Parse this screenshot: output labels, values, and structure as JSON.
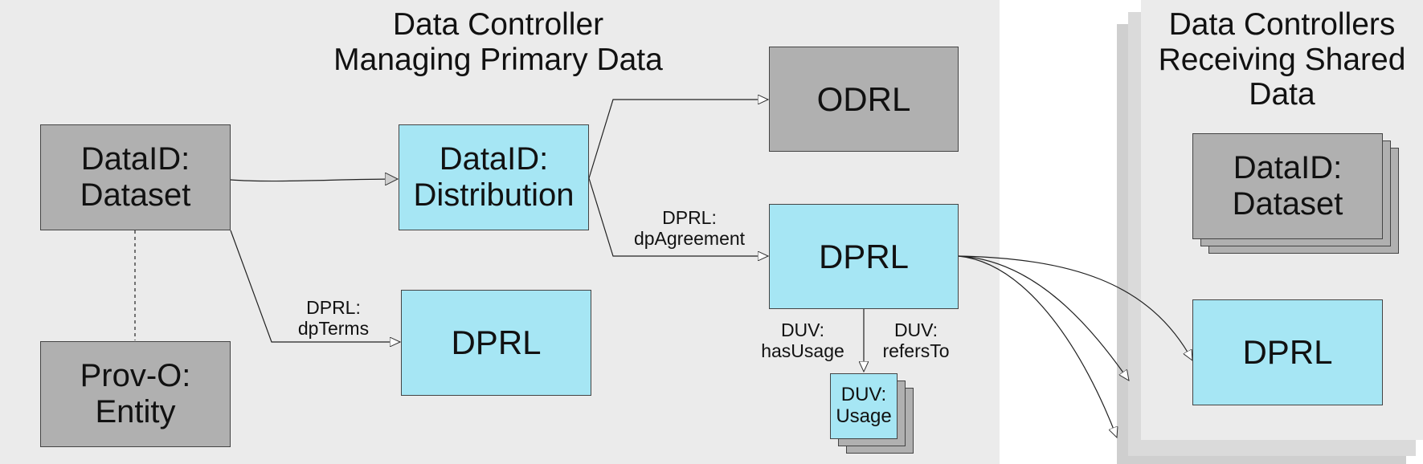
{
  "left_panel": {
    "title_line1": "Data Controller",
    "title_line2": "Managing Primary Data"
  },
  "right_panel": {
    "title_line1": "Data Controllers",
    "title_line2": "Receiving Shared",
    "title_line3": "Data"
  },
  "nodes": {
    "dataid_dataset": {
      "line1": "DataID:",
      "line2": "Dataset"
    },
    "prov_entity": {
      "line1": "Prov-O:",
      "line2": "Entity"
    },
    "dataid_distribution": {
      "line1": "DataID:",
      "line2": "Distribution"
    },
    "dprl_terms": {
      "label": "DPRL"
    },
    "odrl": {
      "label": "ODRL"
    },
    "dprl_agreement": {
      "label": "DPRL"
    },
    "duv_usage": {
      "line1": "DUV:",
      "line2": "Usage"
    },
    "shared_dataset": {
      "line1": "DataID:",
      "line2": "Dataset"
    },
    "shared_dprl": {
      "label": "DPRL"
    }
  },
  "edge_labels": {
    "dp_terms": {
      "line1": "DPRL:",
      "line2": "dpTerms"
    },
    "dp_agreement": {
      "line1": "DPRL:",
      "line2": "dpAgreement"
    },
    "has_usage": {
      "line1": "DUV:",
      "line2": "hasUsage"
    },
    "refers_to": {
      "line1": "DUV:",
      "line2": "refersTo"
    }
  },
  "colors": {
    "panel_bg": "#ebebeb",
    "grey_box": "#b0b0b0",
    "cyan_box": "#a6e6f4",
    "shadow": "#cfcfcf"
  }
}
